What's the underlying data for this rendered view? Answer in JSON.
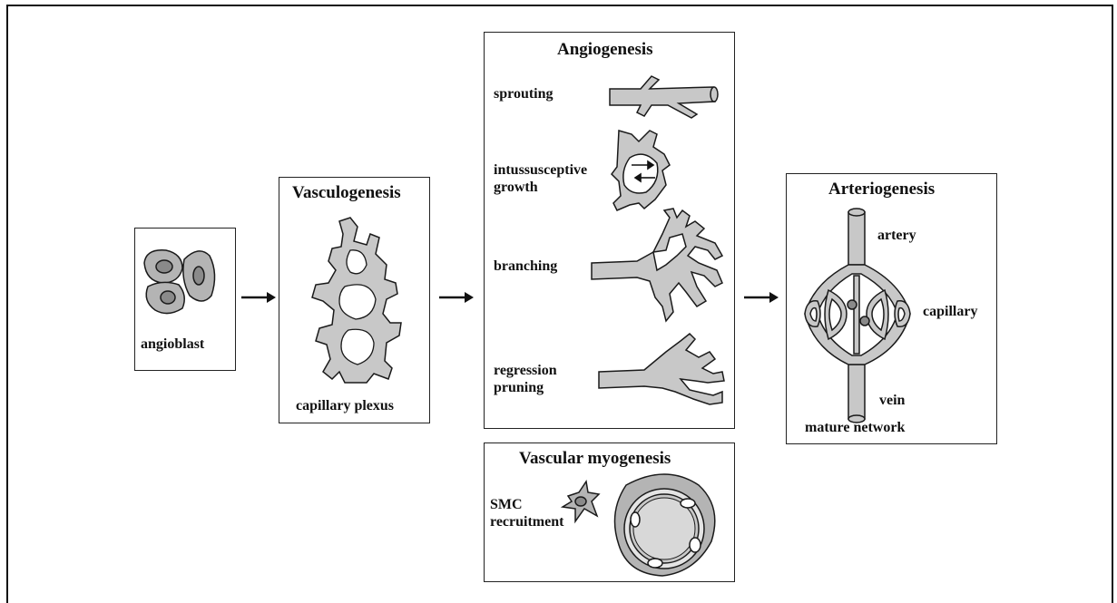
{
  "panels": {
    "angioblast": {
      "label": "angioblast"
    },
    "vasculogenesis": {
      "title": "Vasculogenesis",
      "label": "capillary plexus"
    },
    "angiogenesis": {
      "title": "Angiogenesis",
      "sprouting": "sprouting",
      "intussusceptive_line1": "intussusceptive",
      "intussusceptive_line2": "growth",
      "branching": "branching",
      "regression_line1": "regression",
      "regression_line2": "pruning"
    },
    "myogenesis": {
      "title": "Vascular myogenesis",
      "smc_line1": "SMC",
      "smc_line2": "recruitment"
    },
    "arteriogenesis": {
      "title": "Arteriogenesis",
      "artery": "artery",
      "capillary": "capillary",
      "vein": "vein",
      "network": "mature network"
    }
  },
  "colors": {
    "vessel_fill": "#c8c8c8",
    "stroke": "#1a1a1a",
    "cell_fill": "#b4b4b4",
    "nucleus_fill": "#8a8a8a"
  }
}
